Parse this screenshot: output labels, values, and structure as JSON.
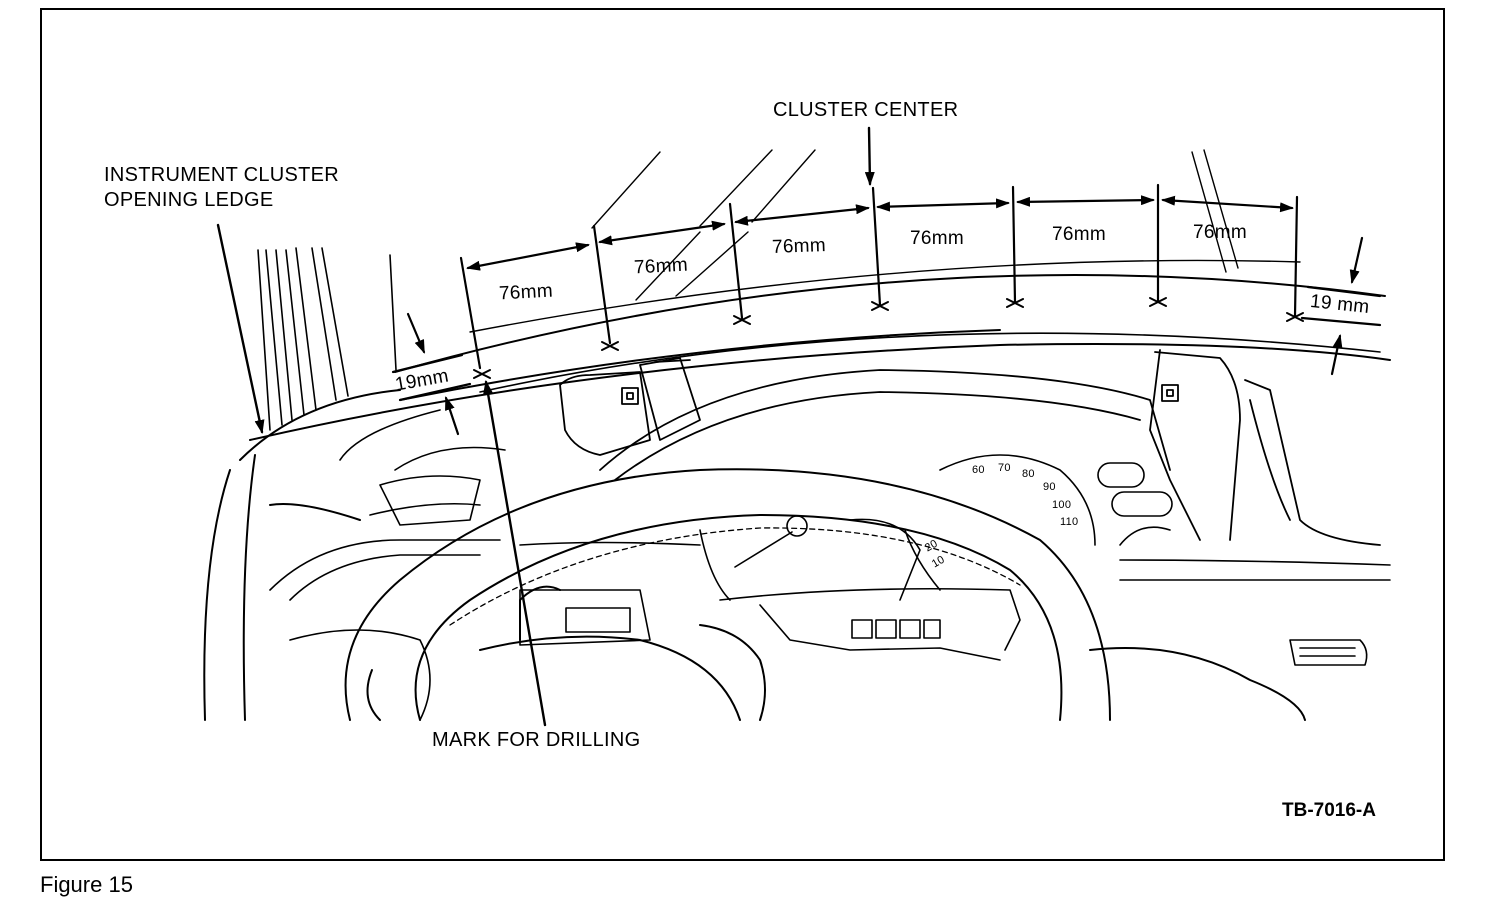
{
  "labels": {
    "cluster_center": "CLUSTER CENTER",
    "opening_ledge_line1": "INSTRUMENT CLUSTER",
    "opening_ledge_line2": "OPENING LEDGE",
    "mark_for_drilling": "MARK FOR DRILLING"
  },
  "dimensions": {
    "spacing": [
      "76mm",
      "76mm",
      "76mm",
      "76mm",
      "76mm",
      "76mm"
    ],
    "left_offset": "19mm",
    "right_offset": "19 mm"
  },
  "gauge_numbers": [
    "60",
    "70",
    "80",
    "90",
    "100",
    "110",
    "20",
    "10"
  ],
  "drawing_code": "TB-7016-A",
  "caption": "Figure 15",
  "colors": {
    "ink": "#000000",
    "paper": "#ffffff"
  }
}
